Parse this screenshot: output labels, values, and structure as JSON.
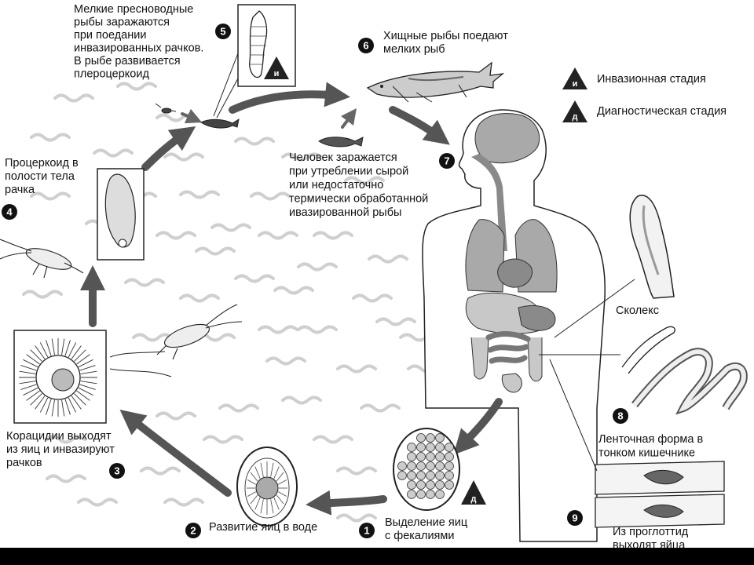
{
  "colors": {
    "arrow": "#555555",
    "water": "#cfcfcf",
    "organ_dark": "#8a8a8a",
    "organ_mid": "#a9a9a9",
    "organ_light": "#c8c8c8"
  },
  "legend": {
    "infective_letter": "и",
    "infective_label": "Инвазионная стадия",
    "diagnostic_letter": "д",
    "diagnostic_label": "Диагностическая стадия"
  },
  "steps": [
    {
      "number": "1",
      "lines": [
        "Выделение яиц",
        "с фекалиями"
      ]
    },
    {
      "number": "2",
      "lines": [
        "Развитие яиц в воде"
      ]
    },
    {
      "number": "3",
      "lines": [
        "Корацидии выходят",
        "из яиц и инвазируют",
        "рачков"
      ]
    },
    {
      "number": "4",
      "lines": [
        "Процеркоид в",
        "полости тела",
        "рачка"
      ]
    },
    {
      "number": "5",
      "lines": [
        "Мелкие пресноводные",
        "рыбы заражаются",
        "при поедании",
        "инвазированных рачков.",
        "В рыбе развивается",
        "плероцеркоид"
      ]
    },
    {
      "number": "6",
      "lines": [
        "Хищные рыбы поедают",
        "мелких рыб"
      ]
    },
    {
      "number": "7",
      "lines": [
        "Человек заражается",
        "при утреблении сырой",
        "или недостаточно",
        "термически обработанной",
        "ивазированной рыбы"
      ]
    },
    {
      "number": "8",
      "lines": [
        "Ленточная форма в",
        "тонком кишечнике"
      ]
    },
    {
      "number": "9",
      "lines": [
        "Из проглоттид",
        "выходят яйца"
      ]
    }
  ],
  "scolex_label": "Сколекс"
}
